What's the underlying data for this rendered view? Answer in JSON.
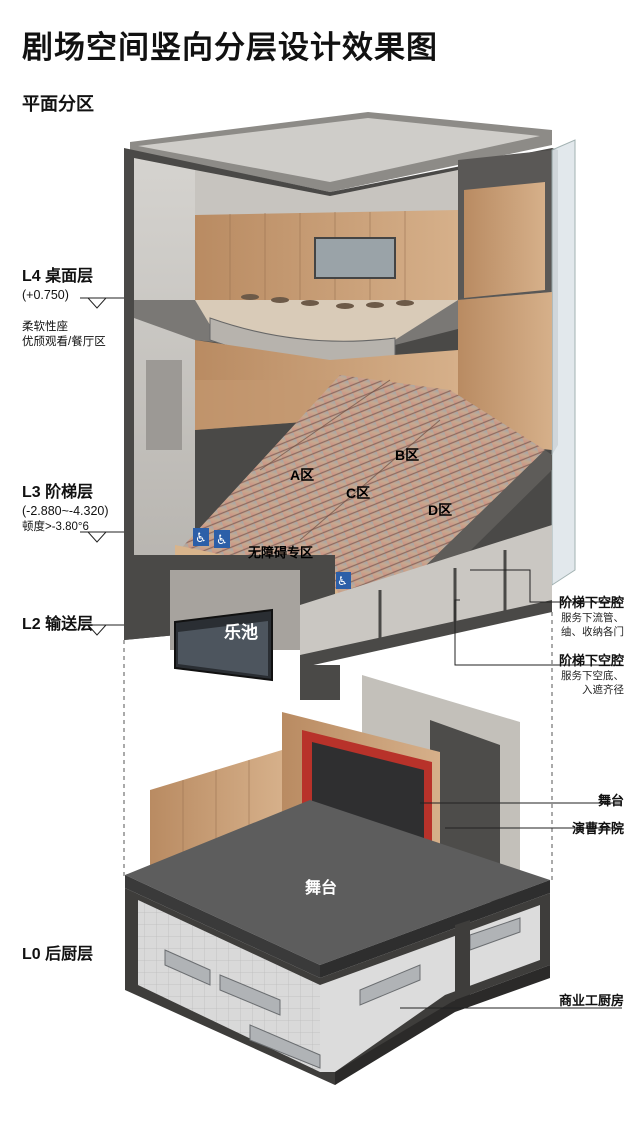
{
  "title": "剧场空间竖向分层设计效果图",
  "subtitle": "平面分区",
  "levels": [
    {
      "name": "L4 桌面层",
      "elevation": "(+0.750)",
      "notes": [
        "柔软性座",
        "优颀观看/餐厅区"
      ]
    },
    {
      "name": "L3 阶梯层",
      "elevation": "(-2.880~-4.320)",
      "notes": [
        "顿度>-3.80°6"
      ]
    },
    {
      "name": "L2 输送层",
      "elevation": "",
      "notes": []
    },
    {
      "name": "L0 后厨层",
      "elevation": "",
      "notes": []
    }
  ],
  "zones": {
    "a": "A区",
    "b": "B区",
    "c": "C区",
    "d": "D区",
    "accessible": "无障碍专区",
    "pit": "乐池",
    "stage": "舞台"
  },
  "callouts": [
    {
      "title": "阶梯下空腔",
      "sub": [
        "服务下流管、",
        "䌷、收纳各门"
      ]
    },
    {
      "title": "阶梯下空腔",
      "sub": [
        "服务下空底、",
        "入遮齐径"
      ]
    },
    {
      "title": "舞台",
      "sub": []
    },
    {
      "title": "演曹弃院",
      "sub": []
    },
    {
      "title": "商业工厨房",
      "sub": []
    }
  ],
  "icons": [
    "wheelchair-icon"
  ],
  "colors": {
    "wood": "#c9a27a",
    "concrete": "#bdbab5",
    "dark": "#3a3a3a",
    "stage": "#5d5d5d",
    "seat": "#c98f86",
    "red": "#b8322a"
  }
}
